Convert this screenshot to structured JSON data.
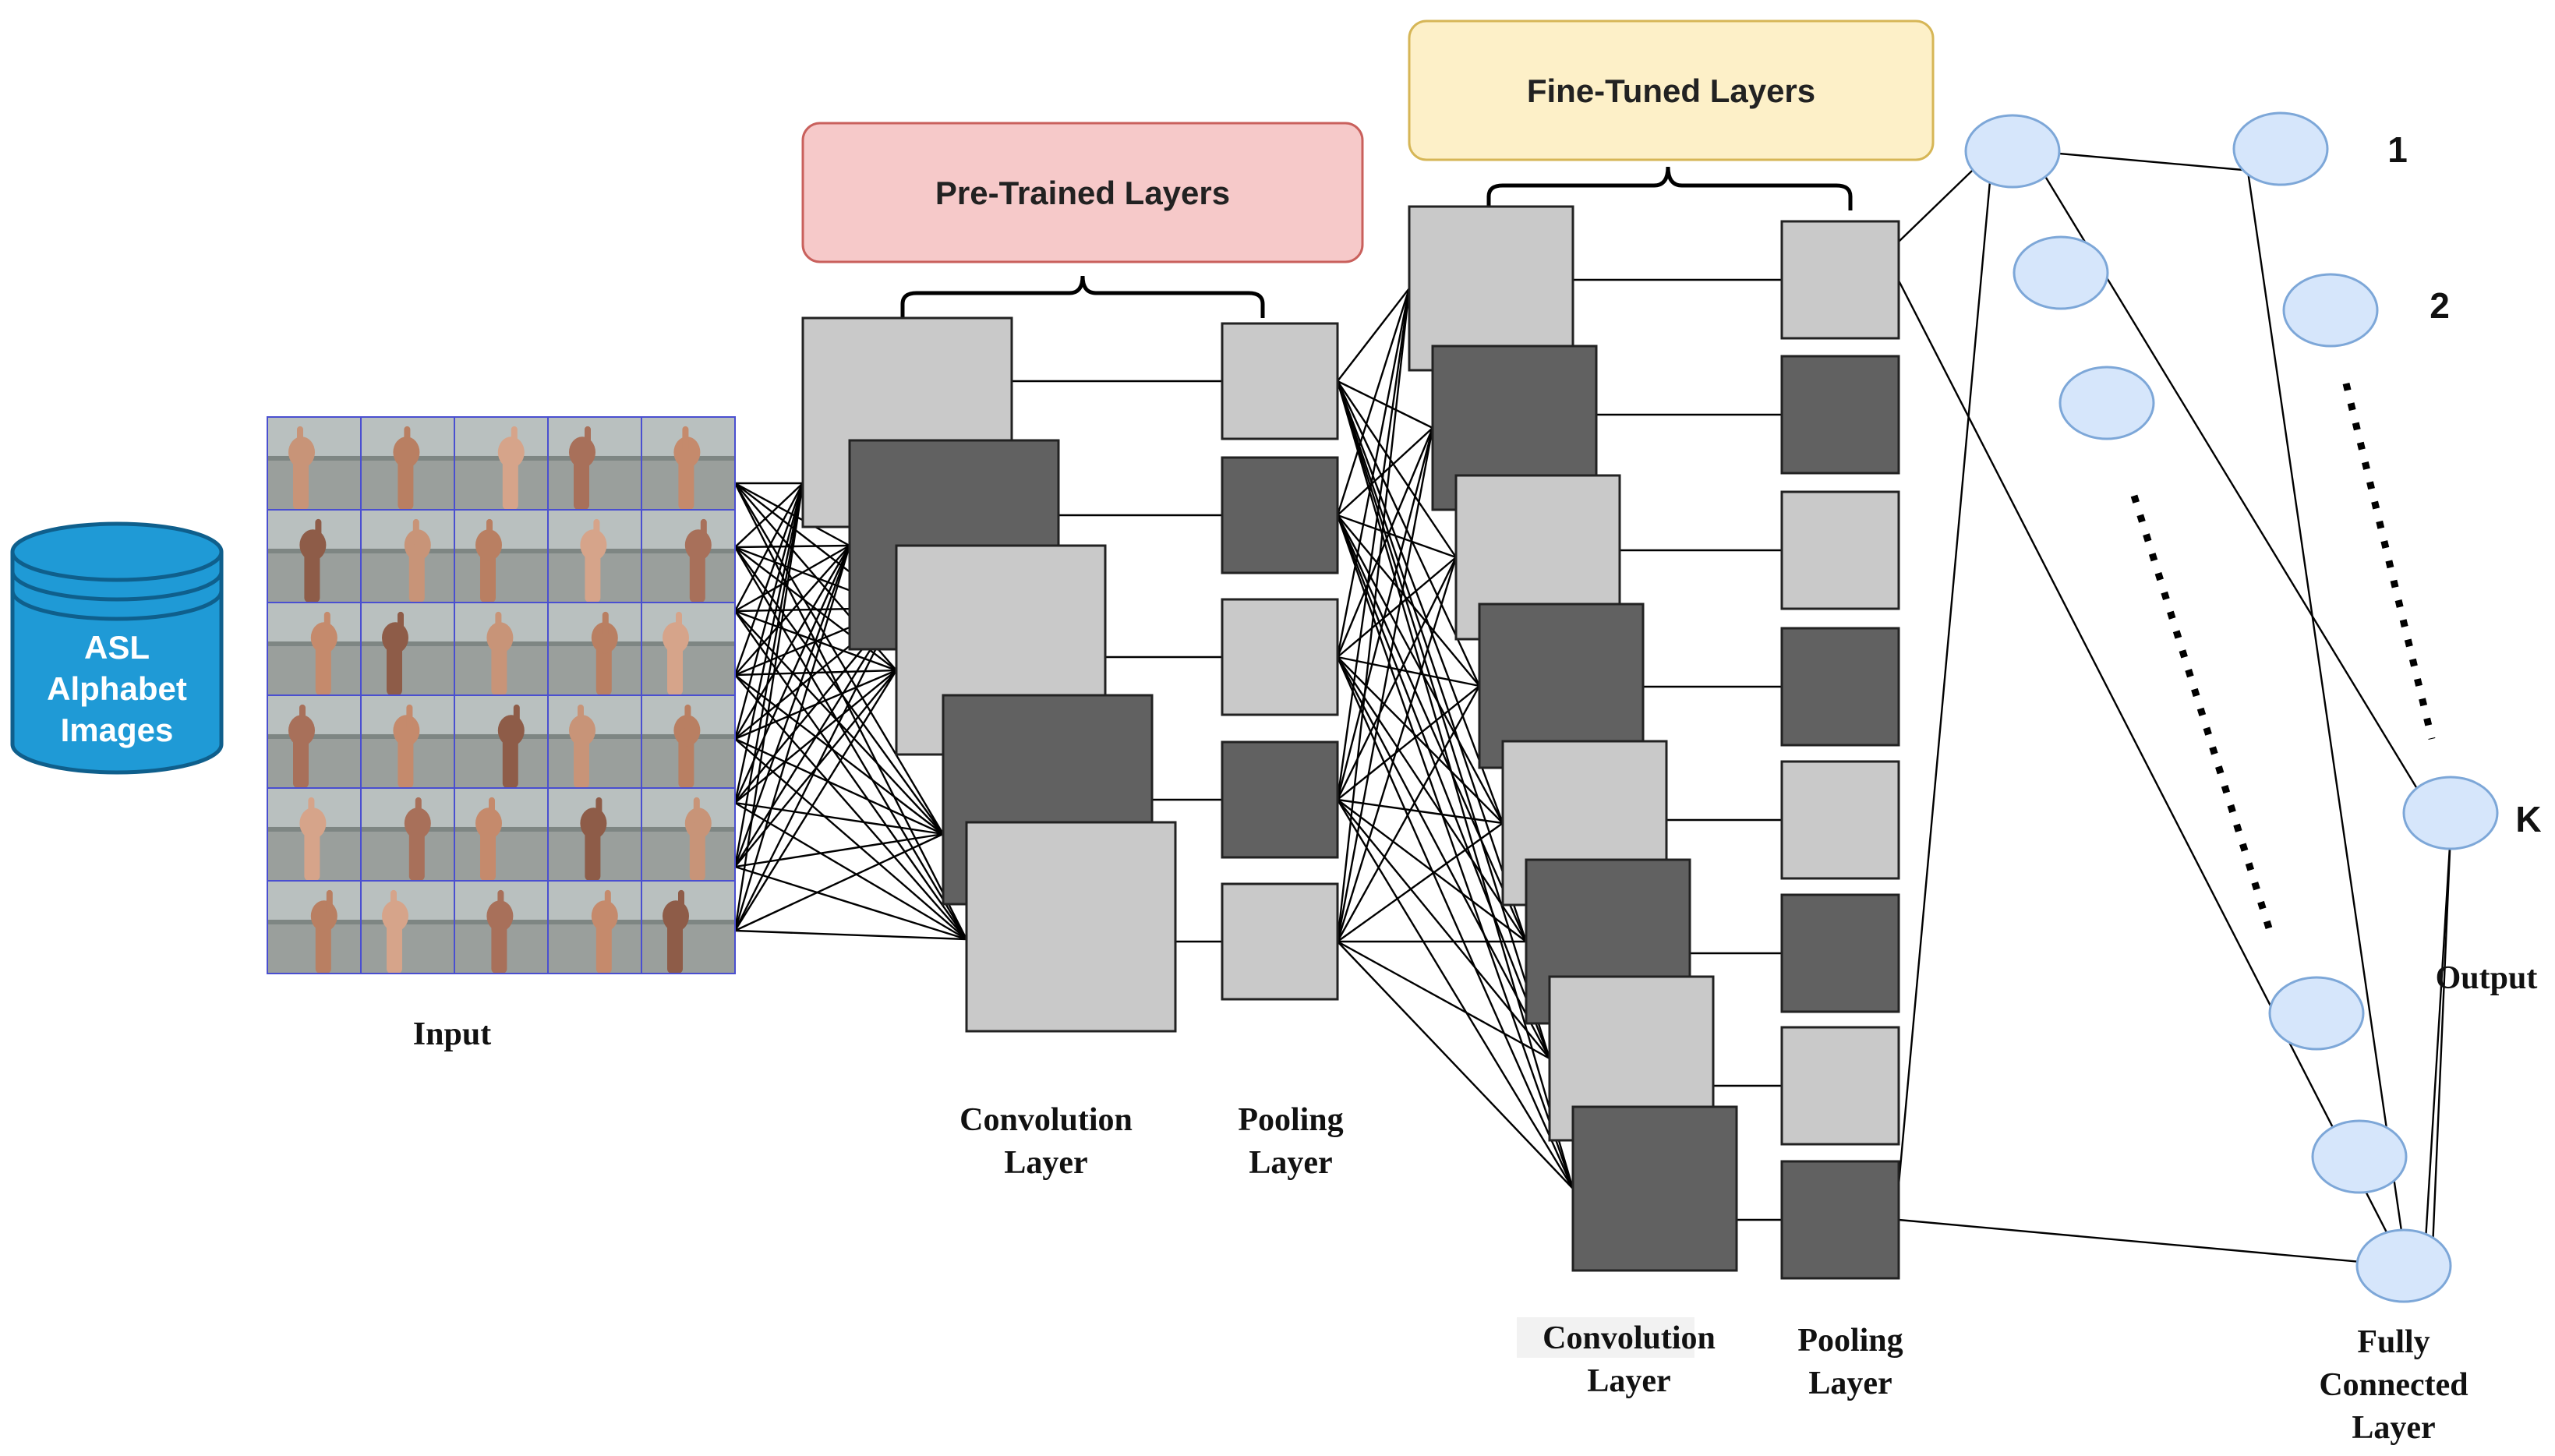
{
  "database": {
    "line1": "ASL",
    "line2": "Alphabet",
    "line3": "Images"
  },
  "groups": {
    "pretrained": "Pre-Trained Layers",
    "finetuned": "Fine-Tuned Layers"
  },
  "labels": {
    "input": "Input",
    "conv1_line1": "Convolution",
    "conv1_line2": "Layer",
    "pool1_line1": "Pooling",
    "pool1_line2": "Layer",
    "conv2_line1": "Convolution",
    "conv2_line2": "Layer",
    "pool2_line1": "Pooling",
    "pool2_line2": "Layer",
    "fc_line1": "Fully",
    "fc_line2": "Connected",
    "fc_line3": "Layer",
    "output": "Output"
  },
  "output_nodes": {
    "first": "1",
    "second": "2",
    "last": "K"
  },
  "colors": {
    "light_block": "#c9c9c9",
    "dark_block": "#616161",
    "node_fill": "#d6e6fb",
    "node_stroke": "#7da7d8",
    "db_fill": "#1f9ad6",
    "pretrained_fill": "#f6c9c9",
    "pretrained_stroke": "#c9605c",
    "finetuned_fill": "#fdf0c8",
    "finetuned_stroke": "#d6b656"
  }
}
